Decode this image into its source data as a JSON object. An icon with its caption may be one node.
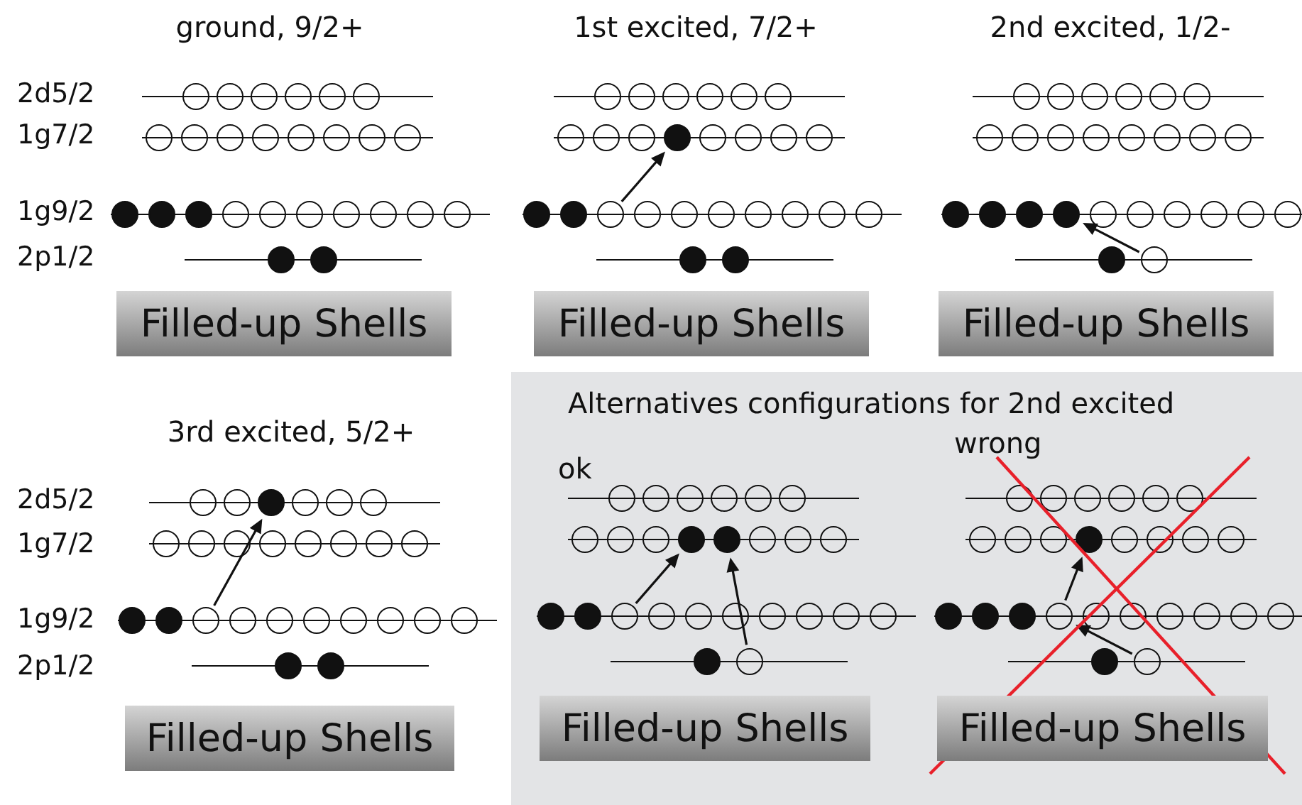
{
  "diagram": {
    "nodes": [
      {
        "text": [
          "Filled-up Shells"
        ]
      },
      {
        "text": [
          "Filled-up Shells"
        ]
      },
      {
        "text": [
          "Filled-up Shells"
        ]
      },
      {
        "text": [
          "Filled-up Shells"
        ]
      },
      {
        "text": [
          "Alternatives configurations for 2nd excited"
        ]
      },
      {
        "text": [
          "Filled-up Shells"
        ],
        "in": 4
      },
      {
        "text": [
          "Filled-up Shells"
        ],
        "in": 4
      }
    ],
    "edges": [],
    "labels": [
      "ground, 9/2+",
      "1st excited, 7/2+",
      "2nd excited, 1/2-",
      "2d5/2",
      "1g7/2",
      "1g9/2",
      "2p1/2",
      "3rd excited, 5/2+",
      "ok",
      "wrong",
      "2d5/2",
      "1g7/2",
      "1g9/2",
      "2p1/2"
    ]
  }
}
